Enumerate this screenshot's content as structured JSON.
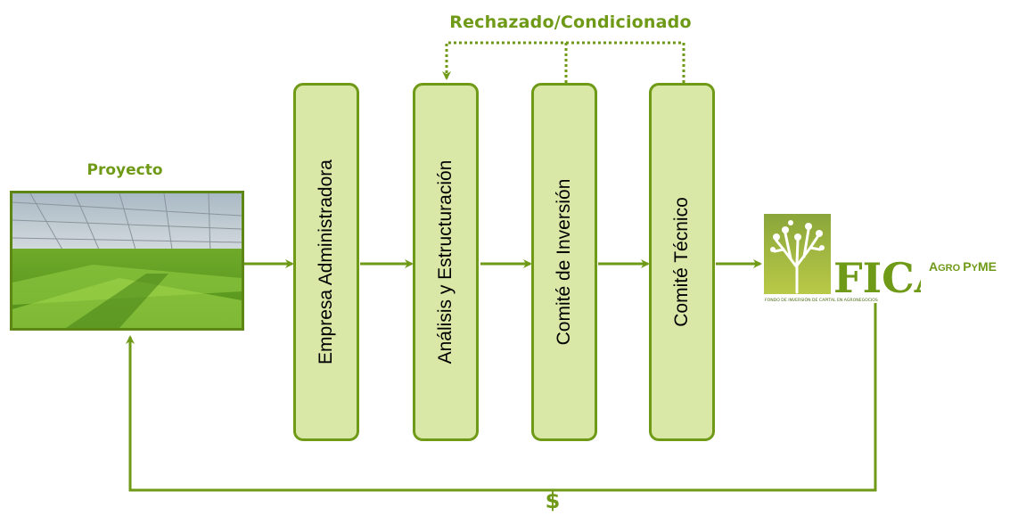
{
  "feedback_label": "Rechazado/Condicionado",
  "project_label": "Proyecto",
  "return_label": "$",
  "stages": [
    "Empresa Administradora",
    "Análisis y Estructuración",
    "Comité de Inversión",
    "Comité Técnico"
  ],
  "logo": {
    "name": "FICA",
    "subtitle": "FONDO DE INVERSIÓN DE CAPITAL EN AGRONEGOCIOS",
    "agro_first": "A",
    "agro_rest": "GRO ",
    "pyme_first": "P",
    "pyme_rest": "Y",
    "pyme_last": "ME"
  },
  "colors": {
    "accent": "#6f9a17",
    "box_fill": "#d9e8a6",
    "box_border": "#6f9a17"
  }
}
